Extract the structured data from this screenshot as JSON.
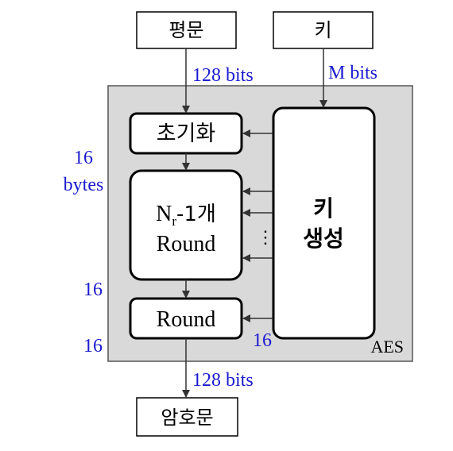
{
  "boxes": {
    "plaintext": "평문",
    "key": "키",
    "init": "초기화",
    "rounds_line1_main": "N",
    "rounds_line1_sub": "r",
    "rounds_line1_rest": "-1개",
    "rounds_line2": "Round",
    "final_round": "Round",
    "ciphertext": "암호문",
    "keygen_line1": "키",
    "keygen_line2": "생성"
  },
  "labels": {
    "input_bits": "128 bits",
    "key_bits": "M bits",
    "output_bits": "128 bits",
    "bytes_num": "16",
    "bytes_unit": "bytes",
    "left_16_a": "16",
    "left_16_b": "16",
    "right_16": "16",
    "container": "AES",
    "ellipsis": "⋮"
  },
  "colors": {
    "annotation": "#1a1ad0",
    "container_fill": "#d9d9d9",
    "box_fill": "#ffffff",
    "stroke": "#000000"
  }
}
